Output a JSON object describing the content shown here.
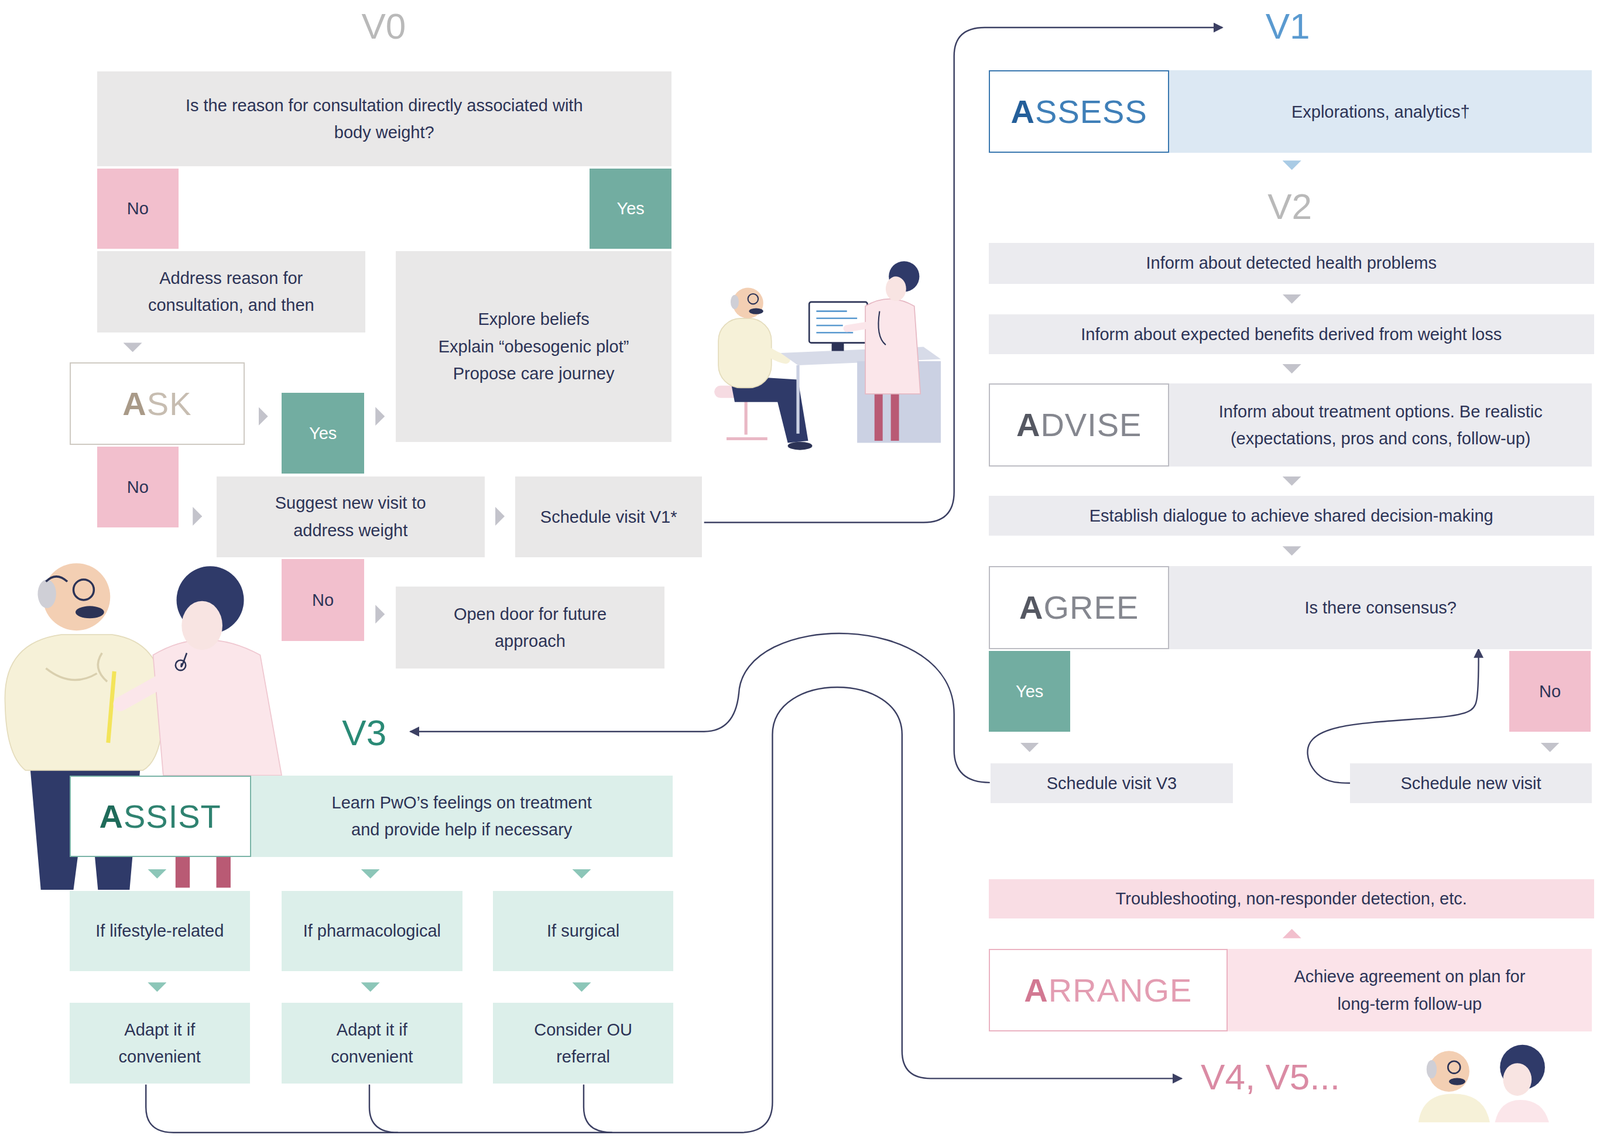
{
  "diagram": {
    "nodes": [
      {
        "text": [
          "Is the reason for consultation directly associated with body weight?"
        ]
      },
      {
        "text": [
          "No"
        ]
      },
      {
        "text": [
          "Yes"
        ]
      },
      {
        "text": [
          "Address reason for consultation, and then"
        ]
      },
      {
        "text": [
          "Explore beliefs",
          "Explain “obesogenic plot”",
          "Propose care journey"
        ]
      },
      {
        "text": [
          "ASK"
        ]
      },
      {
        "text": [
          "Yes"
        ]
      },
      {
        "text": [
          "No"
        ]
      },
      {
        "text": [
          "Suggest new visit to address weight"
        ]
      },
      {
        "text": [
          "Schedule visit V1*"
        ]
      },
      {
        "text": [
          "No"
        ]
      },
      {
        "text": [
          "Open door for future approach"
        ]
      },
      {
        "text": [
          "ASSESS",
          "Explorations, analytics†"
        ]
      },
      {
        "text": [
          "Inform about detected health problems"
        ]
      },
      {
        "text": [
          "Inform about expected benefits derived from weight loss"
        ]
      },
      {
        "text": [
          "ADVISE",
          "Inform about treatment options. Be realistic (expectations, pros and cons, follow-up)"
        ]
      },
      {
        "text": [
          "Establish dialogue to achieve shared decision-making"
        ]
      },
      {
        "text": [
          "AGREE",
          "Is there consensus?"
        ]
      },
      {
        "text": [
          "Yes"
        ]
      },
      {
        "text": [
          "No"
        ]
      },
      {
        "text": [
          "Schedule visit V3"
        ]
      },
      {
        "text": [
          "Schedule new visit"
        ]
      },
      {
        "text": [
          "Troubleshooting, non-responder detection, etc."
        ]
      },
      {
        "text": [
          "ARRANGE",
          "Achieve agreement on plan for long-term follow-up"
        ]
      },
      {
        "text": [
          "ASSIST",
          "Learn PwO’s feelings on treatment and provide help if necessary"
        ]
      },
      {
        "text": [
          "If lifestyle-related"
        ]
      },
      {
        "text": [
          "If pharmacological"
        ]
      },
      {
        "text": [
          "If surgical"
        ]
      },
      {
        "text": [
          "Adapt it if convenient"
        ]
      },
      {
        "text": [
          "Adapt it if convenient"
        ]
      },
      {
        "text": [
          "Consider OU referral"
        ]
      }
    ],
    "edges": [
      {
        "from": 3,
        "to": 5,
        "arrow": "to"
      },
      {
        "from": 5,
        "to": 6,
        "arrow": "to"
      },
      {
        "from": 6,
        "to": 4,
        "arrow": "to"
      },
      {
        "from": 7,
        "to": 8,
        "arrow": "to"
      },
      {
        "from": 8,
        "to": 9,
        "arrow": "to"
      },
      {
        "from": 10,
        "to": 11,
        "arrow": "to"
      },
      {
        "from": 12,
        "to": 13,
        "arrow": "to"
      },
      {
        "from": 13,
        "to": 14,
        "arrow": "to"
      },
      {
        "from": 14,
        "to": 15,
        "arrow": "to"
      },
      {
        "from": 15,
        "to": 16,
        "arrow": "to"
      },
      {
        "from": 16,
        "to": 17,
        "arrow": "to"
      },
      {
        "from": 18,
        "to": 20,
        "arrow": "to"
      },
      {
        "from": 19,
        "to": 21,
        "arrow": "to"
      },
      {
        "from": 21,
        "to": 17,
        "arrow": "to"
      },
      {
        "from": 23,
        "to": 22,
        "arrow": "to"
      },
      {
        "from": 24,
        "to": 25,
        "arrow": "to"
      },
      {
        "from": 24,
        "to": 26,
        "arrow": "to"
      },
      {
        "from": 24,
        "to": 27,
        "arrow": "to"
      },
      {
        "from": 25,
        "to": 28,
        "arrow": "to"
      },
      {
        "from": 26,
        "to": 29,
        "arrow": "to"
      },
      {
        "from": 27,
        "to": 30,
        "arrow": "to"
      }
    ],
    "labels": [
      "V0",
      "V1",
      "V2",
      "V3",
      "V4, V5..."
    ]
  }
}
